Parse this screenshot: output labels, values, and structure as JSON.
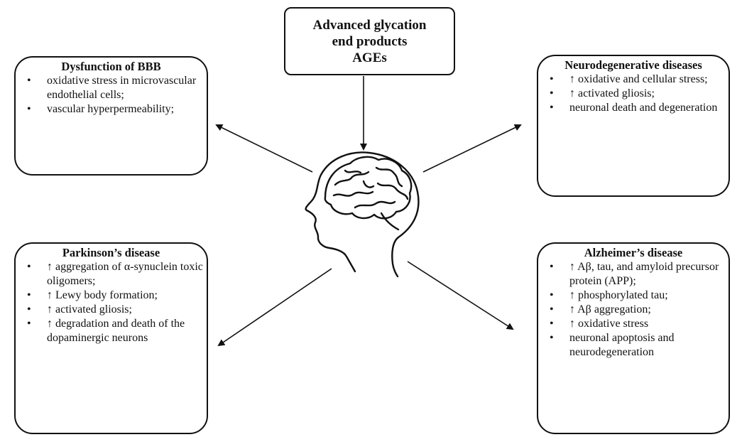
{
  "center": {
    "line1": "Advanced glycation",
    "line2": "end products",
    "line3": "AGEs"
  },
  "bbb": {
    "title": "Dysfunction of BBB",
    "items": [
      "oxidative stress in microvascular endothelial cells;",
      "vascular hyperpermeability;"
    ]
  },
  "neuro": {
    "title": "Neurodegenerative diseases",
    "items": [
      "↑ oxidative and cellular stress;",
      "↑ activated gliosis;",
      "neuronal death and degeneration"
    ]
  },
  "parkinson": {
    "title": "Parkinson’s disease",
    "items": [
      "↑ aggregation of α-synuclein toxic oligomers;",
      "↑ Lewy body formation;",
      "↑ activated gliosis;",
      "↑ degradation and death of the dopaminergic neurons"
    ]
  },
  "alzheimer": {
    "title": "Alzheimer’s disease",
    "items": [
      "↑ Aβ, tau, and amyloid precursor protein (APP);",
      "↑ phosphorylated tau;",
      "↑ Aβ aggregation;",
      "↑ oxidative stress",
      "neuronal apoptosis and neurodegeneration"
    ]
  },
  "icons": {
    "center": "brain-head-icon"
  }
}
